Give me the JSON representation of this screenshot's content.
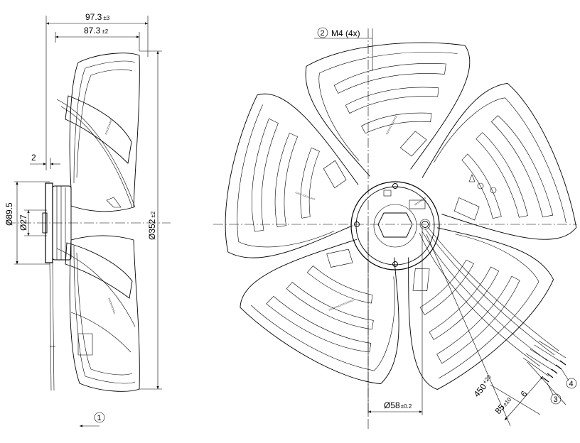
{
  "dimensions": {
    "overall_depth": {
      "value": "97.3",
      "tol": "±3"
    },
    "blade_depth": {
      "value": "87.3",
      "tol": "±2"
    },
    "offset": {
      "value": "2",
      "tol": ""
    },
    "hub_diameter": {
      "value": "Ø89.5",
      "tol": ""
    },
    "shaft_diameter": {
      "value": "Ø27",
      "tol": ""
    },
    "fan_diameter": {
      "value": "Ø352",
      "tol": "±2"
    },
    "mount_circle": {
      "value": "Ø58",
      "tol": "±0.2"
    },
    "cable_length": {
      "value": "450",
      "tol": "+20"
    },
    "strip_length": {
      "value": "6",
      "tol": ""
    },
    "sheath_strip": {
      "value": "85",
      "tol": "±10"
    }
  },
  "callouts": [
    {
      "number": "1",
      "text": ""
    },
    {
      "number": "2",
      "text": "M4 (4x)"
    },
    {
      "number": "3",
      "text": ""
    },
    {
      "number": "4",
      "text": ""
    }
  ],
  "icons": {
    "airflow_arrow": "arrow-left-icon",
    "callout_marker": "circled-number-icon"
  }
}
